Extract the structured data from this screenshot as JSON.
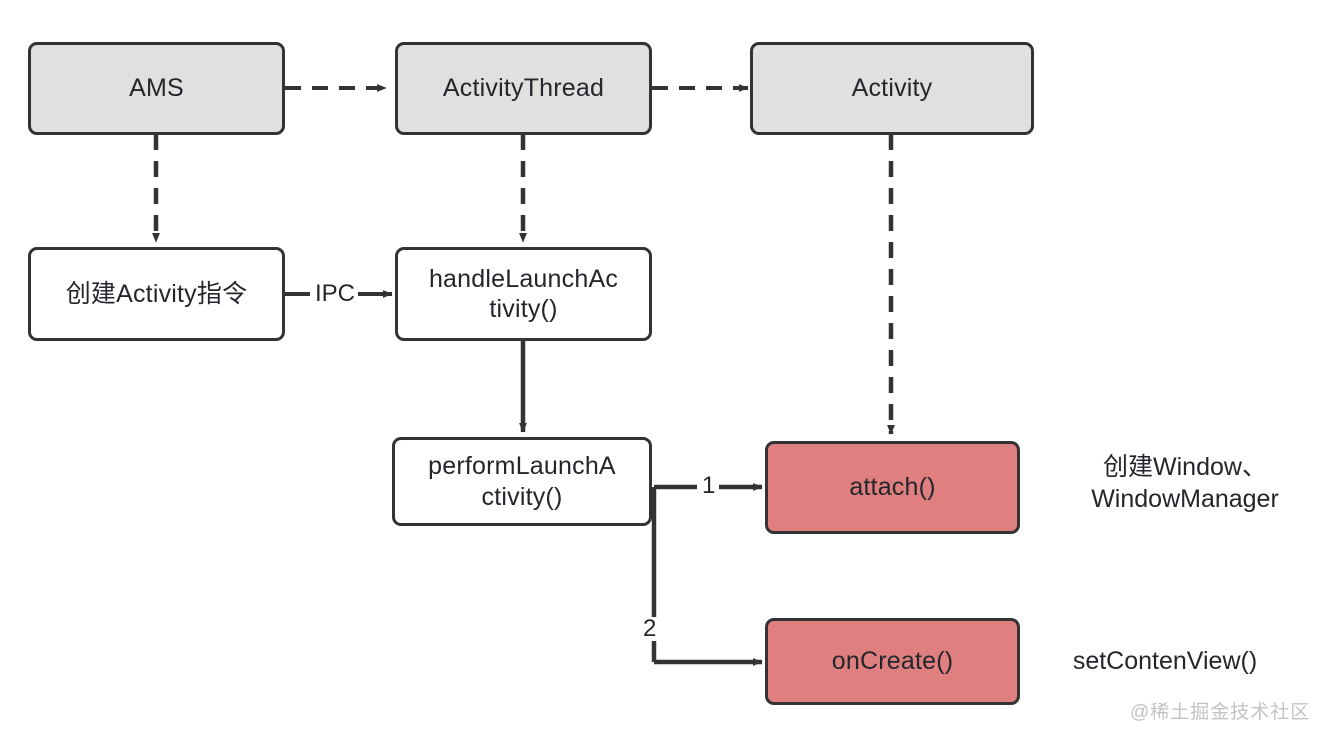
{
  "diagram": {
    "title": "Android Activity launch flow",
    "colors": {
      "gray_fill": "#e0e0e0",
      "white_fill": "#ffffff",
      "red_fill": "#df7f7f",
      "stroke": "#333333",
      "text": "#23262b",
      "watermark": "#c3c3c3"
    },
    "nodes": [
      {
        "id": "ams",
        "label": "AMS",
        "style": "gray"
      },
      {
        "id": "activity_thread",
        "label": "ActivityThread",
        "style": "gray"
      },
      {
        "id": "activity",
        "label": "Activity",
        "style": "gray"
      },
      {
        "id": "create_cmd",
        "label": "创建Activity指令",
        "style": "white"
      },
      {
        "id": "handle_launch",
        "label": "handleLaunchAc\ntivity()",
        "style": "white"
      },
      {
        "id": "perform_launch",
        "label": "performLaunchA\nctivity()",
        "style": "white"
      },
      {
        "id": "attach",
        "label": "attach()",
        "style": "red"
      },
      {
        "id": "oncreate",
        "label": "onCreate()",
        "style": "red"
      }
    ],
    "edge_labels": [
      {
        "id": "ipc",
        "text": "IPC"
      },
      {
        "id": "branch-1",
        "text": "1"
      },
      {
        "id": "branch-2",
        "text": "2"
      }
    ],
    "side_notes": [
      {
        "id": "attach-note",
        "text": "创建Window、\nWindowManager"
      },
      {
        "id": "oncreate-note",
        "text": "setContenView()"
      }
    ],
    "watermark": "@稀土掘金技术社区"
  }
}
